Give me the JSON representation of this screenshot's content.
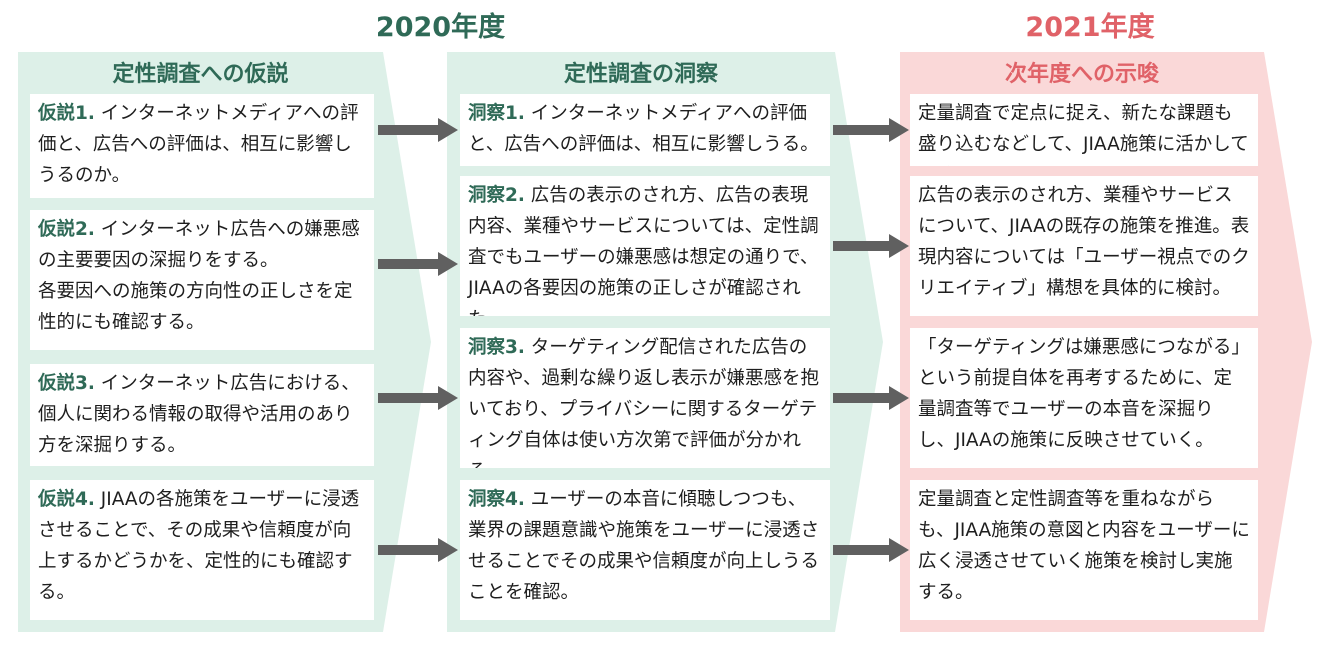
{
  "years": {
    "left": "2020年度",
    "right": "2021年度"
  },
  "columns": {
    "hypotheses": {
      "title": "定性調査への仮説",
      "cards": [
        {
          "label": "仮説1.",
          "text": "インターネットメディアへの評価と、広告への評価は、相互に影響しうるのか。"
        },
        {
          "label": "仮説2.",
          "text": "インターネット広告への嫌悪感の主要要因の深掘りをする。",
          "text2": "各要因への施策の方向性の正しさを定性的にも確認する。"
        },
        {
          "label": "仮説3.",
          "text": "インターネット広告における、個人に関わる情報の取得や活用のあり方を深掘りする。"
        },
        {
          "label": "仮説4.",
          "text": "JIAAの各施策をユーザーに浸透させることで、その成果や信頼度が向上するかどうかを、定性的にも確認する。"
        }
      ]
    },
    "insights": {
      "title": "定性調査の洞察",
      "cards": [
        {
          "label": "洞察1.",
          "text": "インターネットメディアへの評価と、広告への評価は、相互に影響しうる。"
        },
        {
          "label": "洞察2.",
          "text": "広告の表示のされ方、広告の表現内容、業種やサービスについては、定性調査でもユーザーの嫌悪感は想定の通りで、JIAAの各要因の施策の正しさが確認された。"
        },
        {
          "label": "洞察3.",
          "text": "ターゲティング配信された広告の内容や、過剰な繰り返し表示が嫌悪感を抱いており、プライバシーに関するターゲティング自体は使い方次第で評価が分かれる。"
        },
        {
          "label": "洞察4.",
          "text": "ユーザーの本音に傾聴しつつも、業界の課題意識や施策をユーザーに浸透させることでその成果や信頼度が向上しうることを確認。"
        }
      ]
    },
    "implications": {
      "title": "次年度への示唆",
      "cards": [
        {
          "text": "定量調査で定点に捉え、新たな課題も盛り込むなどして、JIAA施策に活かしていく。"
        },
        {
          "text": "広告の表示のされ方、業種やサービスについて、JIAAの既存の施策を推進。表現内容については「ユーザー視点でのクリエイティブ」構想を具体的に検討。"
        },
        {
          "text": "「ターゲティングは嫌悪感につながる」という前提自体を再考するために、定量調査等でユーザーの本音を深掘りし、JIAAの施策に反映させていく。"
        },
        {
          "text": "定量調査と定性調査等を重ねながらも、JIAA施策の意図と内容をユーザーに広く浸透させていく施策を検討し実施する。"
        }
      ]
    }
  },
  "colors": {
    "green_title": "#2f6a57",
    "pink_title": "#e06268",
    "green_bg": "#ddf0e8",
    "pink_bg": "#fad8d8",
    "arrow": "#606060"
  }
}
